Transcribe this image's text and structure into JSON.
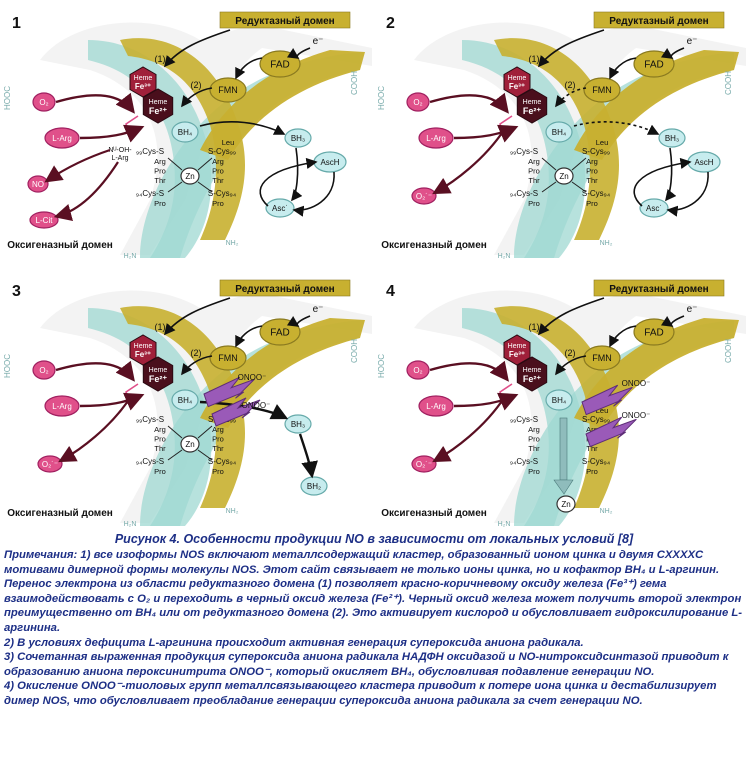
{
  "panels": [
    {
      "number": "1",
      "reductase_label": "Редуктазный домен",
      "oxygenase_label": "Оксигеназный домен",
      "extra_labels": [
        "Nᵁ-OH-\nL-Arg"
      ]
    },
    {
      "number": "2",
      "reductase_label": "Редуктазный домен",
      "oxygenase_label": "Оксигеназный домен"
    },
    {
      "number": "3",
      "reductase_label": "Редуктазный домен",
      "oxygenase_label": "Оксигеназный домен"
    },
    {
      "number": "4",
      "reductase_label": "Редуктазный домен",
      "oxygenase_label": "Оксигеназный домен"
    }
  ],
  "labels": {
    "e": "e⁻",
    "fad": "FAD",
    "fmn": "FMN",
    "heme": "Heme",
    "fe3": "Fe³⁺",
    "fe2": "Fe²⁺",
    "bh4": "BH₄",
    "bh3": "BH₃",
    "bh2": "BH₂",
    "asch": "AscH",
    "asc": "Asc˙",
    "o2": "O₂",
    "o2minus": "O₂˙⁻",
    "larg": "L-Arg",
    "lcit": "L-Cit",
    "no": "NO",
    "zn": "Zn",
    "onoo": "ONOO⁻",
    "step1": "(1)",
    "step2": "(2)",
    "hooc": "HOOC",
    "cooh": "COOH",
    "nh2": "NH₂",
    "h2n": "H₂N",
    "cys_left_top": "₉₉Cys-S",
    "cys_right_top": "S-Cys₉₉",
    "leu": "Leu",
    "cys_left_bot": "₉₄Cys-S",
    "cys_right_bot": "S-Cys₉₄",
    "arg": "Arg",
    "pro": "Pro",
    "thr": "Thr"
  },
  "caption": {
    "title": "Рисунок 4. Особенности продукции NO в зависимости от локальных условий [8]",
    "notes": [
      "Примечания: 1) все изоформы NOS включают металлсодержащий кластер, образованный ионом цинка и двумя CXXXXC мотивами димерной формы молекулы NOS. Этот сайт связывает не только ионы цинка, но и кофактор BH₄ и L-аргинин. Перенос электрона из области редуктазного домена (1) позволяет красно-коричневому оксиду железа (Fe³⁺) гема взаимодействовать с O₂ и переходить в черный оксид железа (Fe²⁺). Черный оксид железа может получить второй электрон преимущественно от BH₄ или от редуктазного домена (2). Это активирует кислород и обусловливает гидроксилирование L-аргинина.",
      "2) В условиях дефицита L-аргинина происходит активная генерация супероксида аниона радикала.",
      "3) Сочетанная выраженная продукция супероксида аниона радикала НАДФН оксидазой и NO-нитроксидсинтазой приводит к образованию аниона пероксинитрита ONOO⁻, который окисляет BH₄, обусловливая подавление генерации NO.",
      "4) Окисление ONOO⁻-тиоловых групп металлсвязывающего кластера приводит к потере иона цинка и дестабилизирует димер NOS, что обусловливает преобладание генерации супероксида аниона радикала за счет генерации NO."
    ]
  },
  "colors": {
    "caption": "#1d2f86",
    "reductase_band": "#c8b030",
    "oxygenase_band": "#9fd8d2",
    "heme_red": "#a0203a",
    "heme_dark": "#4a0f1c",
    "pink": "#e0508a",
    "purple": "#9a5ab8",
    "cyan_node": "#c7ecee"
  }
}
